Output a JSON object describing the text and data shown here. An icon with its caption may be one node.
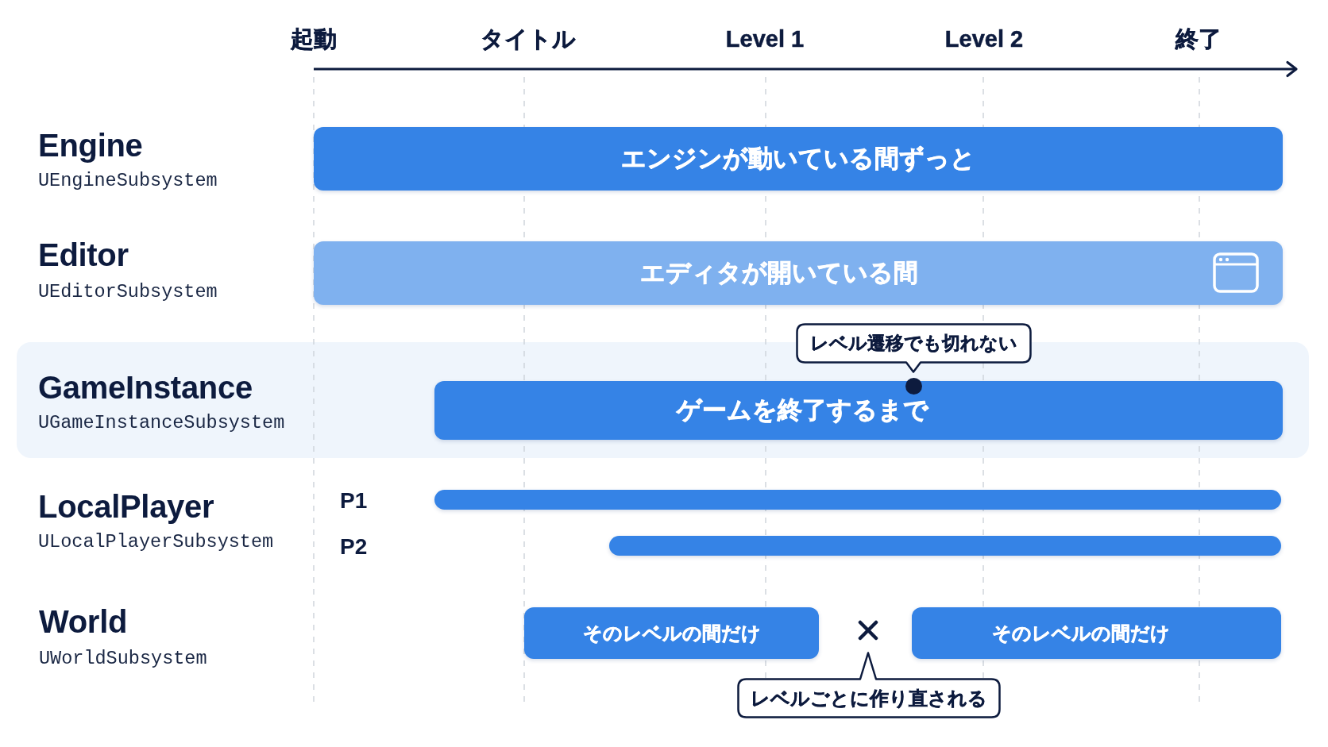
{
  "diagram": {
    "nodes": [
      {
        "text": [
          "エンジンが動いている間ずっと"
        ]
      },
      {
        "text": [
          "エディタが開いている間"
        ]
      },
      {
        "text": [
          "レベル遷移でも切れない"
        ]
      },
      {
        "text": [
          "GameInstance",
          "UGameInstanceSubsystem"
        ]
      },
      {
        "text": [
          "ゲームを終了するまで"
        ],
        "in": 3
      },
      {
        "text": [],
        "shape": "bar"
      },
      {
        "text": [],
        "shape": "bar"
      },
      {
        "text": [
          "そのレベルの間だけ"
        ]
      },
      {
        "text": [
          "そのレベルの間だけ"
        ]
      },
      {
        "text": [
          "レベルごとに作り直される"
        ]
      }
    ],
    "labels": [
      "起動",
      "タイトル",
      "Level 1",
      "Level 2",
      "終了",
      "Engine",
      "UEngineSubsystem",
      "Editor",
      "UEditorSubsystem",
      "LocalPlayer",
      "P1",
      "ULocalPlayerSubsystem",
      "P2",
      "World",
      "UWorldSubsystem"
    ]
  }
}
